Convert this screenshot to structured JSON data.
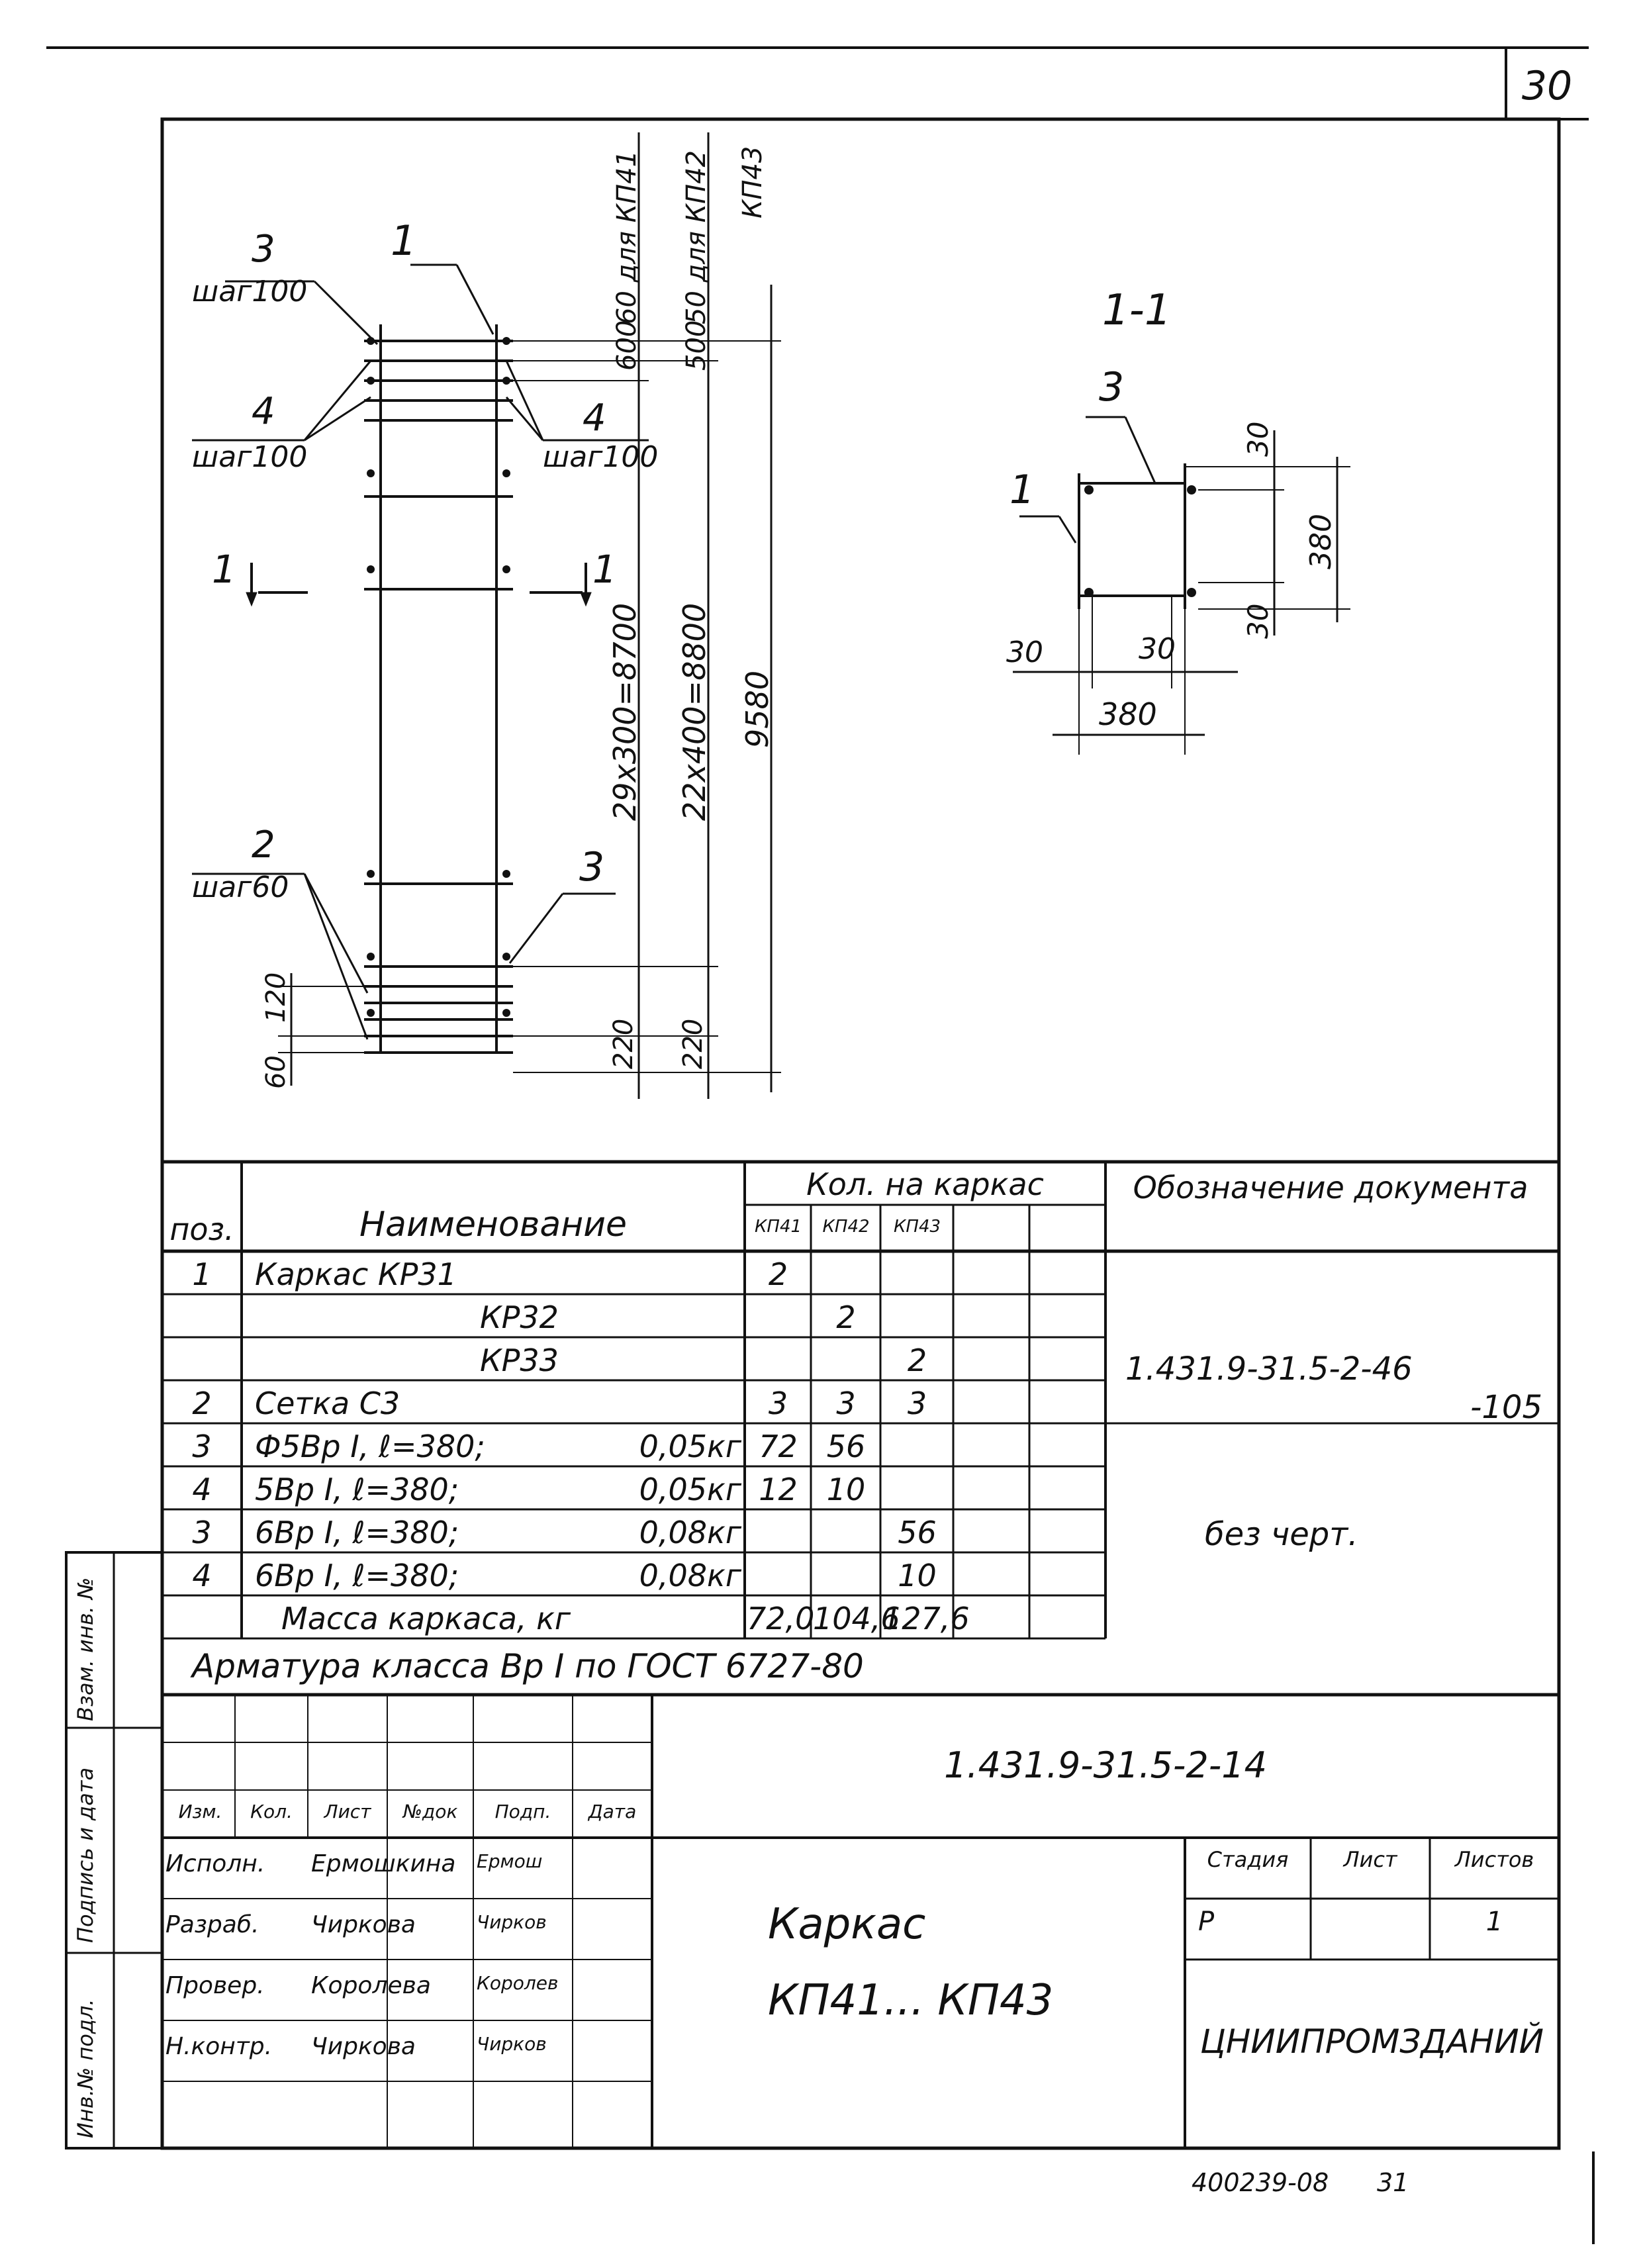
{
  "sheet": {
    "page_number": "30",
    "footer_code": "400239-08",
    "footer_page": "31"
  },
  "drawing": {
    "section_label": "1-1",
    "cut_mark_left": "1",
    "cut_mark_right": "1",
    "callout_pos1": "1",
    "callout_pos3_top": "3",
    "callout_pos3_top_step": "шаг100",
    "callout_pos4_left": "4",
    "callout_pos4_left_step": "шаг100",
    "callout_pos4_right": "4",
    "callout_pos4_right_step": "шаг100",
    "callout_pos2": "2",
    "callout_pos2_step": "шаг60",
    "callout_pos3_bottom": "3",
    "dims": {
      "top_600": "600",
      "top_500": "500",
      "label_kp41": "60 для КП41",
      "label_kp42": "50 для КП42",
      "label_kp43": "КП43",
      "mid_29x300": "29x300=8700",
      "mid_22x400": "22x400=8800",
      "overall": "9580",
      "bottom_220a": "220",
      "bottom_220b": "220",
      "bottom_120": "120",
      "bottom_60": "60"
    },
    "section": {
      "pos3": "3",
      "pos1": "1",
      "dim_30_top": "30",
      "dim_380_right": "380",
      "dim_30_right": "30",
      "dim_30_left": "30",
      "dim_30_mid": "30",
      "dim_380_bottom": "380"
    }
  },
  "spec": {
    "header": {
      "pos": "поз.",
      "name": "Наименование",
      "qty": "Кол. на каркас",
      "kp41": "КП41",
      "kp42": "КП42",
      "kp43": "КП43",
      "designation": "Обозначение документа"
    },
    "rows": [
      {
        "pos": "1",
        "name": "Каркас КР31",
        "mass": "",
        "kp41": "2",
        "kp42": "",
        "kp43": ""
      },
      {
        "pos": "",
        "name": "КР32",
        "mass": "",
        "kp41": "",
        "kp42": "2",
        "kp43": ""
      },
      {
        "pos": "",
        "name": "КР33",
        "mass": "",
        "kp41": "",
        "kp42": "",
        "kp43": "2"
      },
      {
        "pos": "2",
        "name": "Сетка С3",
        "mass": "",
        "kp41": "3",
        "kp42": "3",
        "kp43": "3"
      },
      {
        "pos": "3",
        "name": "Ф5Вр I, ℓ=380;",
        "mass": "0,05кг",
        "kp41": "72",
        "kp42": "56",
        "kp43": ""
      },
      {
        "pos": "4",
        "name": "5Вр I, ℓ=380;",
        "mass": "0,05кг",
        "kp41": "12",
        "kp42": "10",
        "kp43": ""
      },
      {
        "pos": "3",
        "name": "6Вр I, ℓ=380;",
        "mass": "0,08кг",
        "kp41": "",
        "kp42": "",
        "kp43": "56"
      },
      {
        "pos": "4",
        "name": "6Вр I, ℓ=380;",
        "mass": "0,08кг",
        "kp41": "",
        "kp42": "",
        "kp43": "10"
      },
      {
        "pos": "",
        "name": "Масса каркаса, кг",
        "mass": "",
        "kp41": "72,0",
        "kp42": "104,6",
        "kp43": "127,6"
      }
    ],
    "designation_1": "1.431.9-31.5-2-46",
    "designation_2": "-105",
    "designation_3": "без черт.",
    "note": "Арматура класса Вр I по ГОСТ 6727-80"
  },
  "stamp": {
    "doc_code": "1.431.9-31.5-2-14",
    "title_line1": "Каркас",
    "title_line2": "КП41... КП43",
    "col_headers": [
      "Изм.",
      "Кол.",
      "Лист",
      "№док",
      "Подп.",
      "Дата"
    ],
    "people": [
      {
        "role": "Исполн.",
        "name": "Ермошкина",
        "sign": "Ермош"
      },
      {
        "role": "Разраб.",
        "name": "Чиркова",
        "sign": "Чирков"
      },
      {
        "role": "Провер.",
        "name": "Королева",
        "sign": "Королев"
      },
      {
        "role": "Н.контр.",
        "name": "Чиркова",
        "sign": "Чирков"
      }
    ],
    "stage_label": "Стадия",
    "sheet_label": "Лист",
    "sheets_label": "Листов",
    "stage_value": "Р",
    "sheets_value": "1",
    "org": "ЦНИИПРОМЗДАНИЙ"
  },
  "side_strip": {
    "inv_orig": "Инв.№ подл.",
    "sign_date": "Подпись и дата",
    "inv_repl": "Взам. инв. №"
  }
}
